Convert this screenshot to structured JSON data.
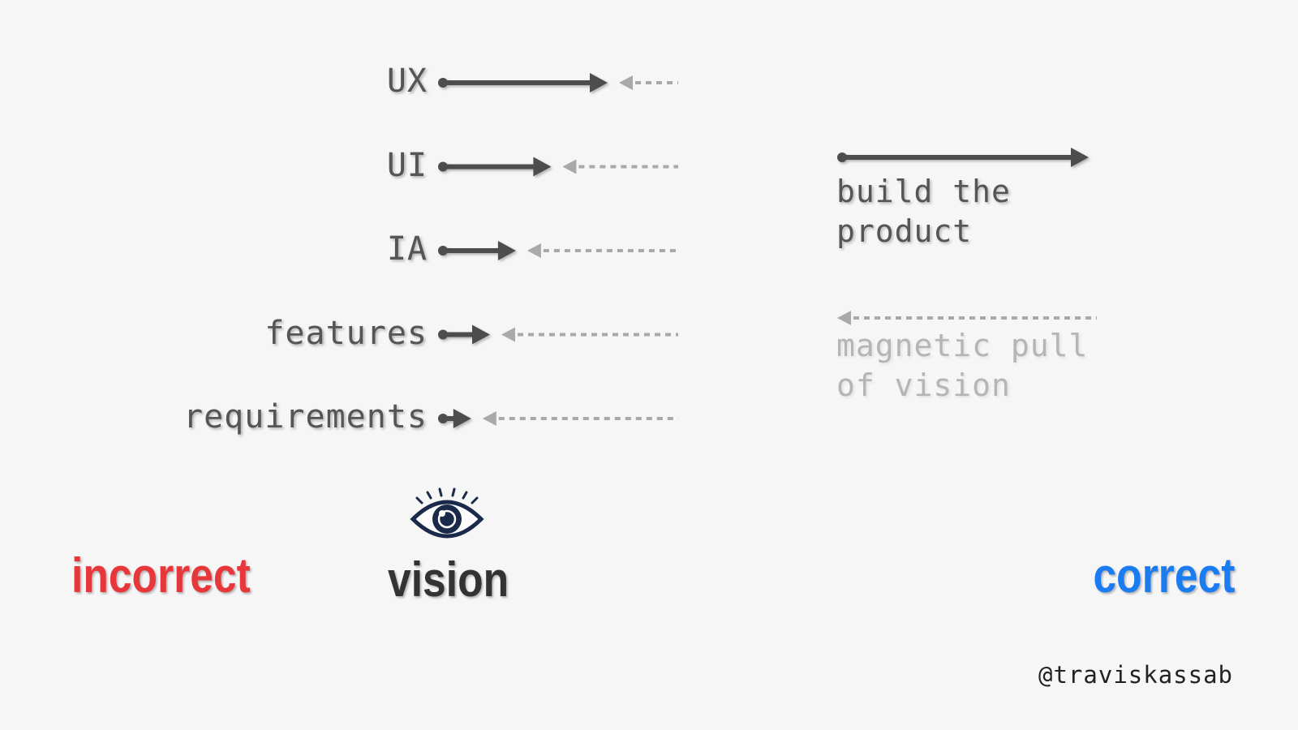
{
  "colors": {
    "background": "#f6f6f6",
    "solid_arrow": "#4e4e4e",
    "dashed_arrow": "#a9a9a9",
    "incorrect": "#e8373a",
    "vision": "#333333",
    "correct": "#1a7cf0",
    "eye": "#1b2a4a"
  },
  "rows": [
    {
      "label": "UX",
      "progress": 0.7
    },
    {
      "label": "UI",
      "progress": 0.46
    },
    {
      "label": "IA",
      "progress": 0.31
    },
    {
      "label": "features",
      "progress": 0.2
    },
    {
      "label": "requirements",
      "progress": 0.12
    }
  ],
  "legend": {
    "build_text": "build the\nproduct",
    "pull_text": "magnetic pull\nof vision"
  },
  "axis": {
    "incorrect_label": "incorrect",
    "vision_label": "vision",
    "correct_label": "correct",
    "vision_icon": "eye-icon"
  },
  "credit": "@traviskassab"
}
